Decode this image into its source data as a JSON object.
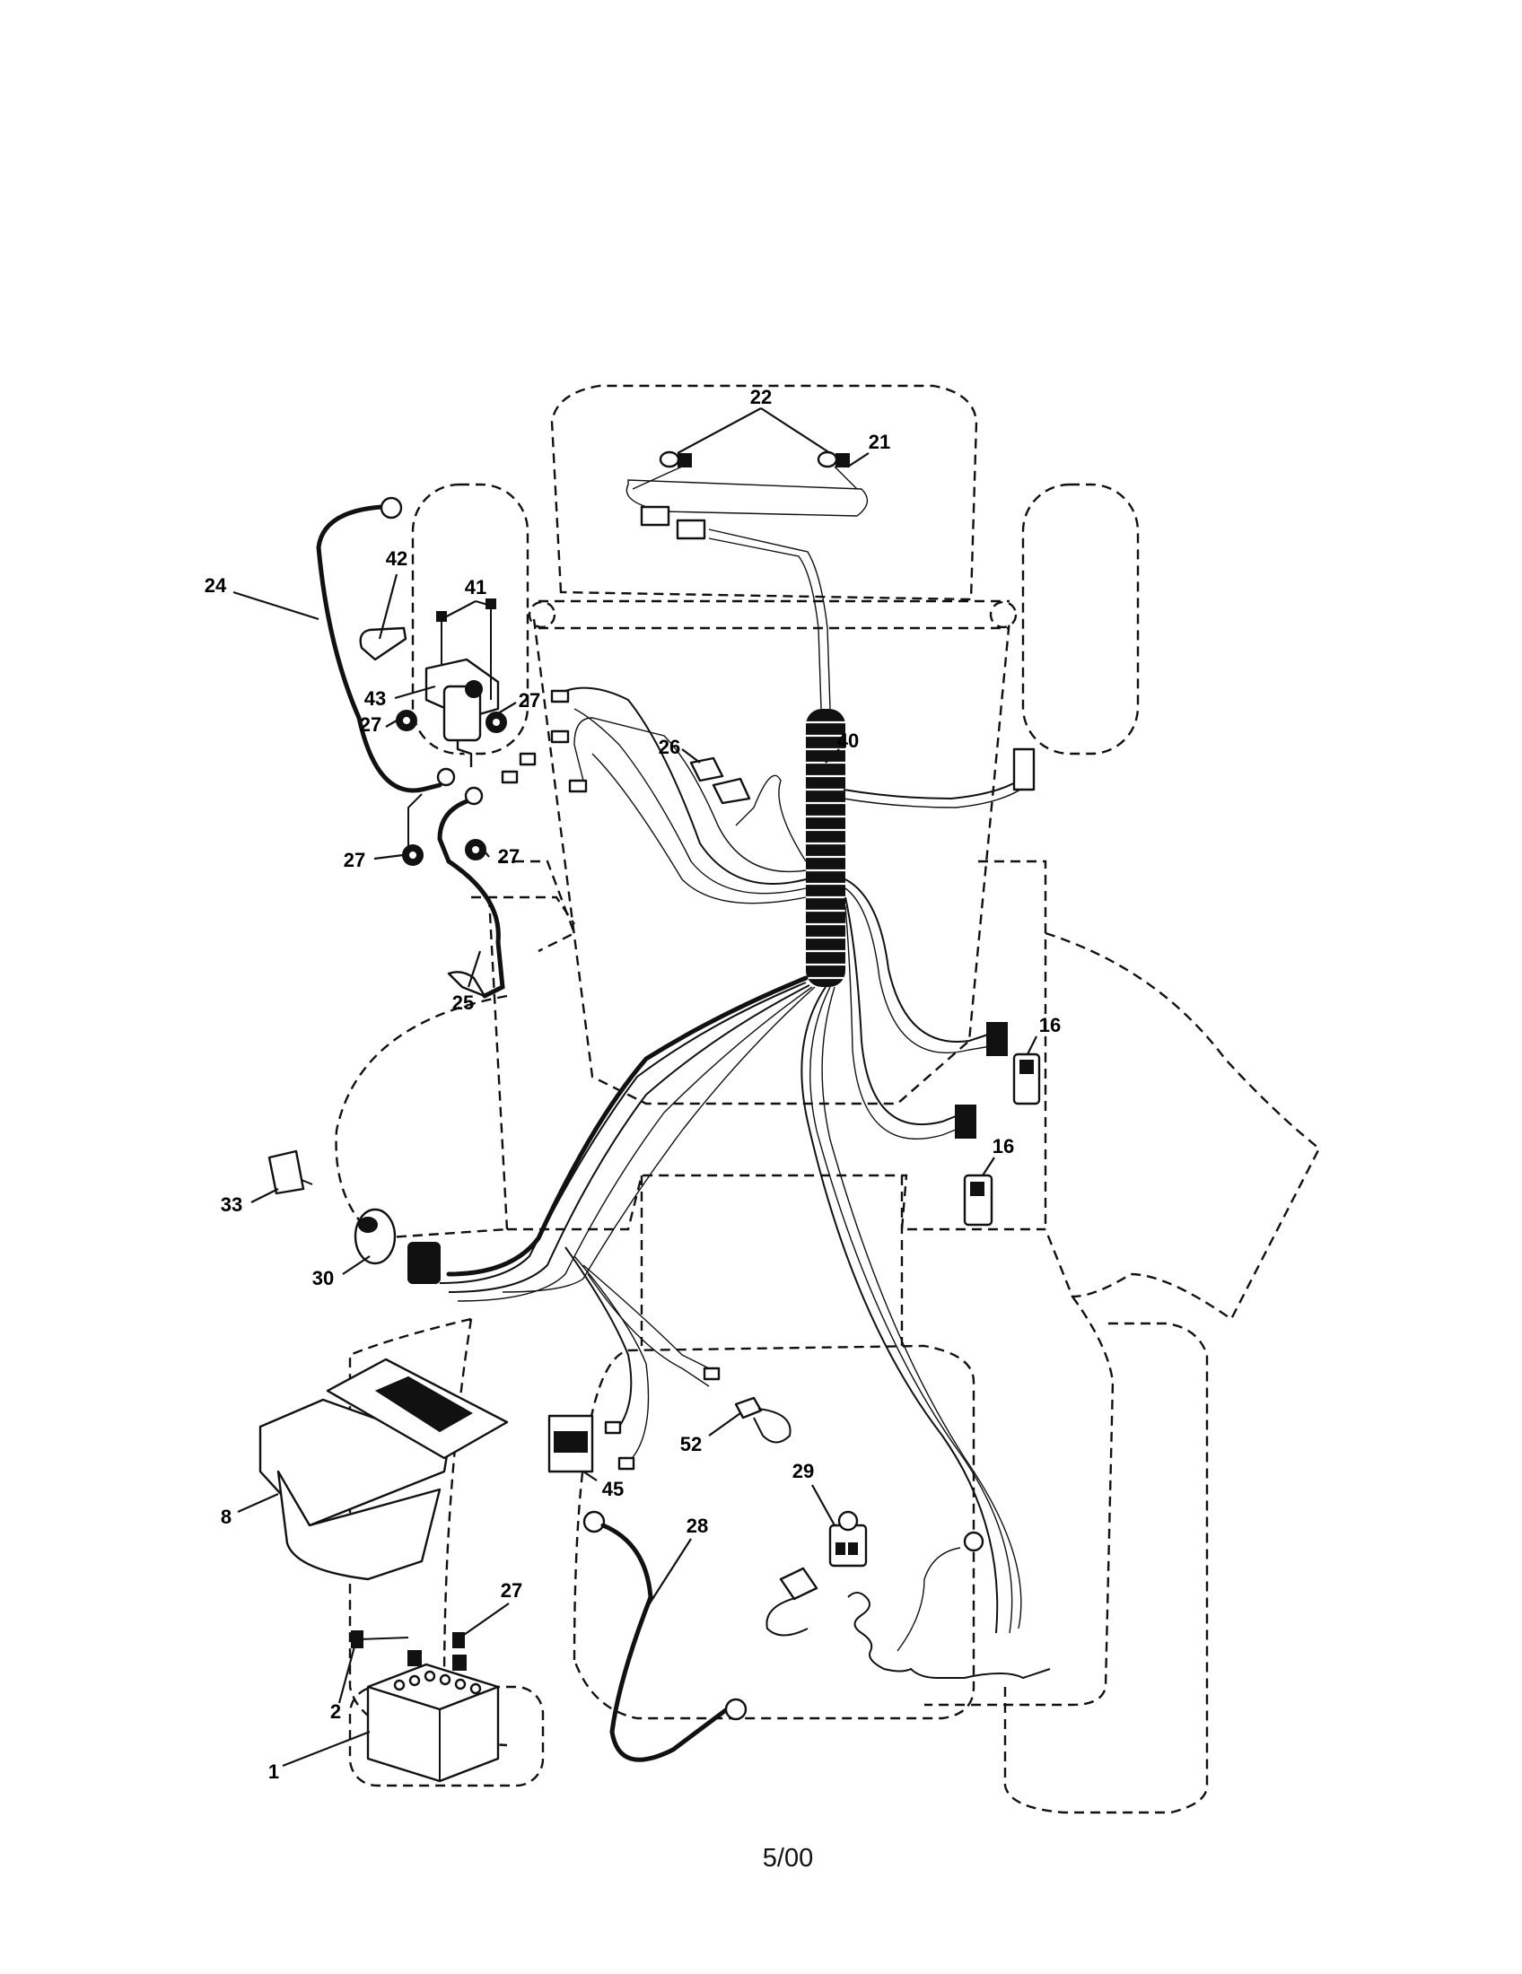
{
  "parts": [
    {
      "id": "p22",
      "label": "22"
    },
    {
      "id": "p21",
      "label": "21"
    },
    {
      "id": "p42",
      "label": "42"
    },
    {
      "id": "p41",
      "label": "41"
    },
    {
      "id": "p24",
      "label": "24"
    },
    {
      "id": "p43",
      "label": "43"
    },
    {
      "id": "p27a",
      "label": "27"
    },
    {
      "id": "p27b",
      "label": "27"
    },
    {
      "id": "p26",
      "label": "26"
    },
    {
      "id": "p40",
      "label": "40"
    },
    {
      "id": "p27c",
      "label": "27"
    },
    {
      "id": "p27d",
      "label": "27"
    },
    {
      "id": "p25",
      "label": "25"
    },
    {
      "id": "p16a",
      "label": "16"
    },
    {
      "id": "p16b",
      "label": "16"
    },
    {
      "id": "p33",
      "label": "33"
    },
    {
      "id": "p30",
      "label": "30"
    },
    {
      "id": "p45",
      "label": "45"
    },
    {
      "id": "p52",
      "label": "52"
    },
    {
      "id": "p29",
      "label": "29"
    },
    {
      "id": "p8",
      "label": "8"
    },
    {
      "id": "p28",
      "label": "28"
    },
    {
      "id": "p27e",
      "label": "27"
    },
    {
      "id": "p2",
      "label": "2"
    },
    {
      "id": "p1",
      "label": "1"
    }
  ],
  "footer": {
    "date_code": "5/00"
  }
}
